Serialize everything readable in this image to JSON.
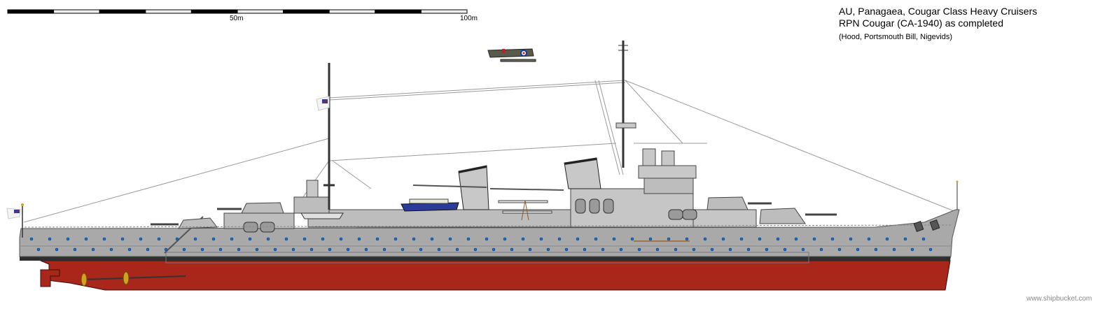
{
  "title": {
    "line1": "AU, Panagaea, Cougar Class Heavy Cruisers",
    "line2": "RPN Cougar (CA-1940) as completed",
    "credits": "(Hood, Portsmouth Bill, Nigevids)"
  },
  "scale_bar": {
    "labels": [
      "50m",
      "100m"
    ],
    "segments": 10,
    "total_m": 100
  },
  "watermark": "www.shipbucket.com",
  "colors": {
    "hull_grey": "#a9a9a9",
    "superstructure_grey": "#bdbdbd",
    "light_grey": "#d4d4d4",
    "boot_topping": "#2e2e2e",
    "anti_fouling_red": "#a8261a",
    "porthole_blue": "#1a6fd6",
    "rigging": "#9a9a9a",
    "propeller_gold": "#d4a020"
  }
}
